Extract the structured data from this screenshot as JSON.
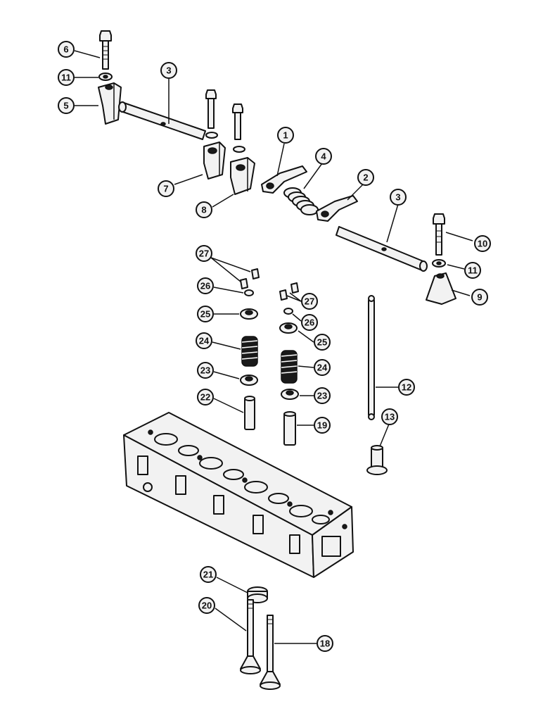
{
  "callouts": [
    {
      "id": "c6",
      "label": "6"
    },
    {
      "id": "c11a",
      "label": "11"
    },
    {
      "id": "c5",
      "label": "5"
    },
    {
      "id": "c3a",
      "label": "3"
    },
    {
      "id": "c7",
      "label": "7"
    },
    {
      "id": "c8",
      "label": "8"
    },
    {
      "id": "c1",
      "label": "1"
    },
    {
      "id": "c4",
      "label": "4"
    },
    {
      "id": "c2",
      "label": "2"
    },
    {
      "id": "c3b",
      "label": "3"
    },
    {
      "id": "c10",
      "label": "10"
    },
    {
      "id": "c11b",
      "label": "11"
    },
    {
      "id": "c9",
      "label": "9"
    },
    {
      "id": "c27a",
      "label": "27"
    },
    {
      "id": "c26a",
      "label": "26"
    },
    {
      "id": "c25a",
      "label": "25"
    },
    {
      "id": "c24a",
      "label": "24"
    },
    {
      "id": "c23a",
      "label": "23"
    },
    {
      "id": "c22",
      "label": "22"
    },
    {
      "id": "c27b",
      "label": "27"
    },
    {
      "id": "c26b",
      "label": "26"
    },
    {
      "id": "c25b",
      "label": "25"
    },
    {
      "id": "c24b",
      "label": "24"
    },
    {
      "id": "c23b",
      "label": "23"
    },
    {
      "id": "c19",
      "label": "19"
    },
    {
      "id": "c12",
      "label": "12"
    },
    {
      "id": "c13",
      "label": "13"
    },
    {
      "id": "c21",
      "label": "21"
    },
    {
      "id": "c20",
      "label": "20"
    },
    {
      "id": "c18",
      "label": "18"
    }
  ]
}
